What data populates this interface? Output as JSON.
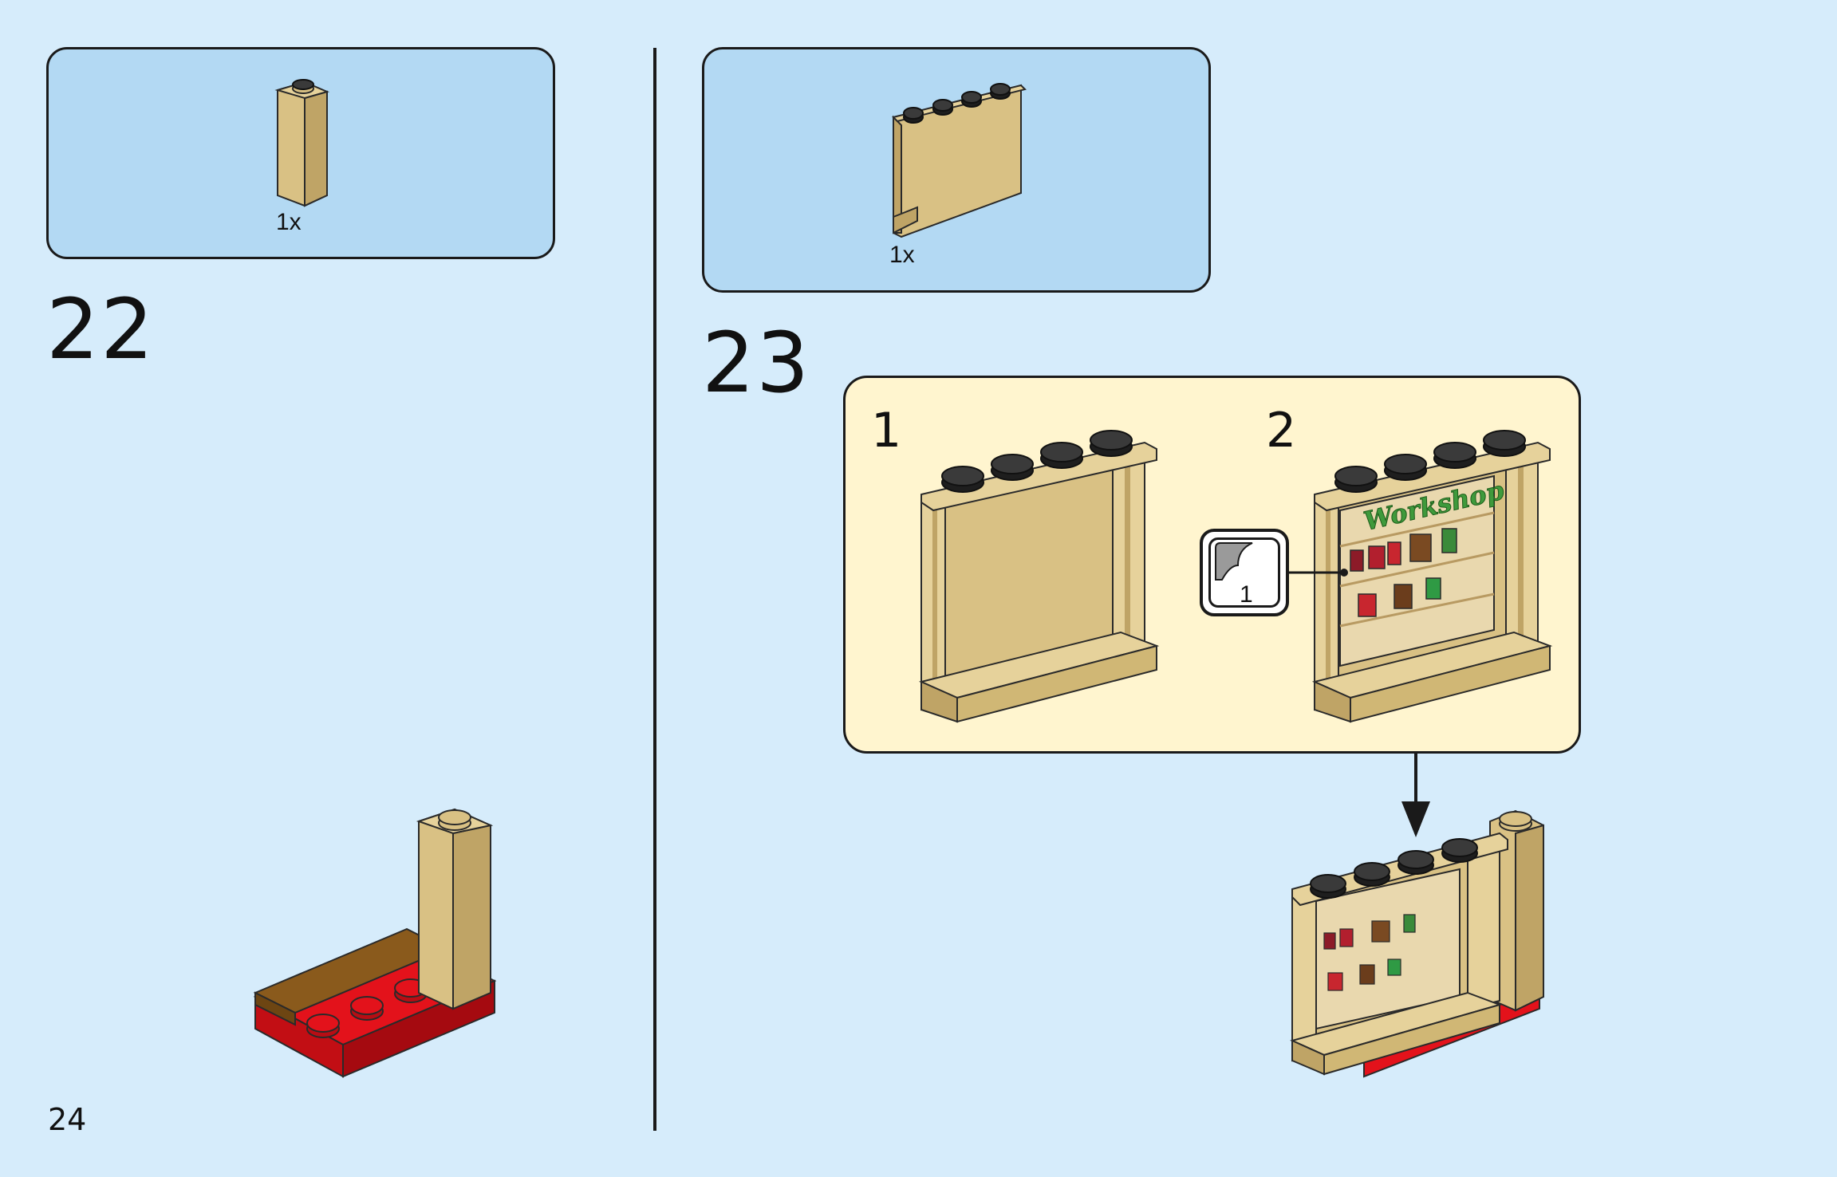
{
  "page_number": "24",
  "steps": [
    {
      "number": "22",
      "parts": [
        {
          "qty": "1x",
          "part_icon": "tan-brick-1x1x3"
        }
      ]
    },
    {
      "number": "23",
      "parts": [
        {
          "qty": "1x",
          "part_icon": "tan-panel-1x4x3"
        }
      ],
      "sub_steps": [
        {
          "number": "1",
          "part_icon": "tan-panel-1x4x3"
        },
        {
          "number": "2",
          "part_icon": "tan-panel-with-workshop-sticker",
          "sticker": {
            "number": "1",
            "text": "Workshop"
          }
        }
      ]
    }
  ],
  "colors": {
    "background": "#d6ecfb",
    "parts_box": "#b3d9f3",
    "substep_box": "#fff5cf",
    "tan": "#d9c184",
    "red": "#e3121b",
    "brown": "#8a5a1c"
  }
}
